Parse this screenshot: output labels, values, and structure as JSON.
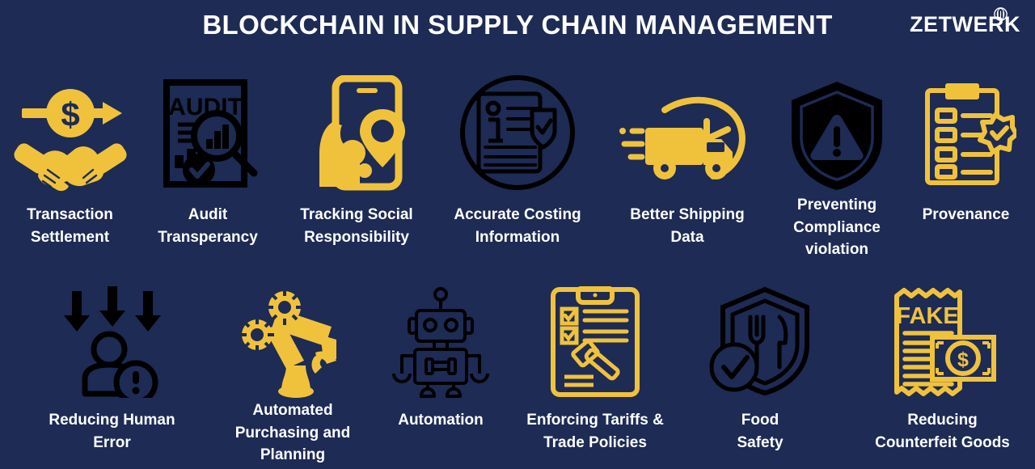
{
  "header": {
    "title": "BLOCKCHAIN IN SUPPLY CHAIN MANAGEMENT",
    "brand": "ZETWERK",
    "brand_mark": "registered-circle-logo-icon"
  },
  "colors": {
    "background": "#1d2b55",
    "gold": "#f0c23c",
    "black": "#000000",
    "text": "#ffffff"
  },
  "row1": [
    {
      "id": "transaction-settlement",
      "label": "Transaction\nSettlement",
      "icon": "handshake-dollar-arrow-icon",
      "icon_color": "#f0c23c"
    },
    {
      "id": "audit-transperancy",
      "label": "Audit\nTransperancy",
      "icon": "audit-document-magnifier-icon",
      "icon_color": "#000000",
      "icon_text": "AUDIT"
    },
    {
      "id": "tracking-social-responsibility",
      "label": "Tracking Social\nResponsibility",
      "icon": "hand-phone-location-pin-icon",
      "icon_color": "#f0c23c"
    },
    {
      "id": "accurate-costing-information",
      "label": "Accurate Costing\nInformation",
      "icon": "info-document-shield-circle-icon",
      "icon_color": "#000000"
    },
    {
      "id": "better-shipping-data",
      "label": "Better Shipping\nData",
      "icon": "fast-delivery-truck-clock-icon",
      "icon_color": "#f0c23c"
    },
    {
      "id": "preventing-compliance-violation",
      "label": "Preventing\nCompliance\nviolation",
      "icon": "shield-warning-alert-icon",
      "icon_color": "#000000"
    },
    {
      "id": "provenance",
      "label": "Provenance",
      "icon": "clipboard-checklist-badge-icon",
      "icon_color": "#f0c23c"
    }
  ],
  "row2": [
    {
      "id": "reducing-human-error",
      "label": "Reducing Human\nError",
      "icon": "person-alert-down-arrows-icon",
      "icon_color": "#000000"
    },
    {
      "id": "automated-purchasing-and-planning",
      "label": "Automated\nPurchasing and\nPlanning",
      "icon": "robotic-arm-gears-icon",
      "icon_color": "#f0c23c"
    },
    {
      "id": "automation",
      "label": "Automation",
      "icon": "robot-icon",
      "icon_color": "#000000"
    },
    {
      "id": "enforcing-tariffs-trade-policies",
      "label": "Enforcing Tariffs &\nTrade Policies",
      "icon": "clipboard-gavel-checklist-icon",
      "icon_color": "#f0c23c"
    },
    {
      "id": "food-safety",
      "label": "Food\nSafety",
      "icon": "shield-fork-knife-check-icon",
      "icon_color": "#000000"
    },
    {
      "id": "reducing-counterfeit-goods",
      "label": "Reducing\nCounterfeit Goods",
      "icon": "fake-receipt-banknote-icon",
      "icon_color": "#f0c23c",
      "icon_text": "FAKE"
    }
  ]
}
